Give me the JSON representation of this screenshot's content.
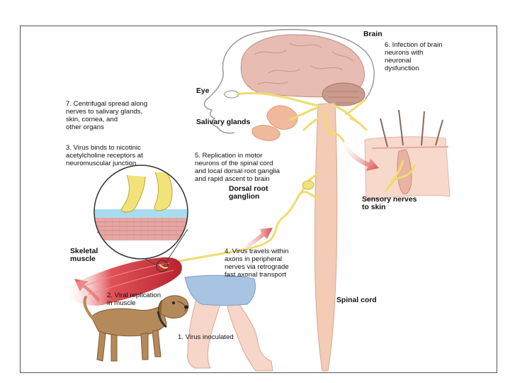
{
  "labels": {
    "brain": "Brain",
    "eye": "Eye",
    "salivary_glands": "Salivary glands",
    "dorsal_root_ganglion": "Dorsal root\nganglion",
    "skeletal_muscle": "Skeletal\nmuscle",
    "sensory_nerves": "Sensory nerves\nto skin",
    "spinal_cord": "Spinal cord"
  },
  "steps": {
    "step1": "1. Virus inoculated",
    "step2": "2. Viral replication\nin muscle",
    "step3": "3. Virus binds to nicotinic\nacetylcholine receptors at\nneuromuscular junction",
    "step4": "4. Virus travels within\naxons in peripheral\nnerves via retrograde\nfast axonal transport",
    "step5": "5. Replication in motor\nneurons of the spinal cord\nand local dorsal root ganglia\nand rapid ascent to brain",
    "step6": "6. Infection of brain\nneurons with\nneuronal\ndysfunction",
    "step7": "7. Centrifugal spread along\nnerves to salivary glands,\nskin, cornea, and\nother organs"
  },
  "colors": {
    "nerve": "#f2e27a",
    "spinal_cord": "#f3c9b3",
    "muscle": "#d9323c",
    "arrow": "#d94a4a",
    "brain": "#e3b7ad",
    "skin": "#f6d6c8",
    "dog": "#b58a5a",
    "shorts": "#a9c3e3"
  }
}
